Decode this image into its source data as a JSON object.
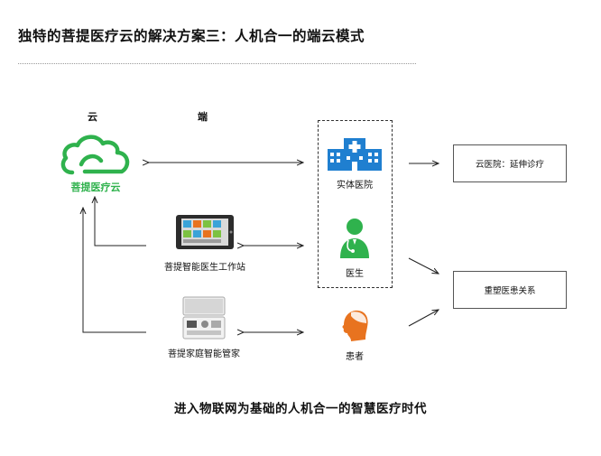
{
  "title": "独特的菩提医疗云的解决方案三：人机合一的端云模式",
  "columns": {
    "cloud": "云",
    "terminal": "端"
  },
  "cloud": {
    "label": "菩提医疗云"
  },
  "devices": {
    "workstation": "菩提智能医生工作站",
    "home_manager": "菩提家庭智能管家"
  },
  "entities": {
    "hospital": "实体医院",
    "doctor": "医生",
    "patient": "患者"
  },
  "outcomes": {
    "cloud_hospital": "云医院：延伸诊疗",
    "relationship": "重塑医患关系"
  },
  "footer": "进入物联网为基础的人机合一的智慧医疗时代",
  "colors": {
    "accent_green": "#2fb24d",
    "hospital_blue": "#1f7fd0",
    "patient_orange": "#e8731f"
  }
}
